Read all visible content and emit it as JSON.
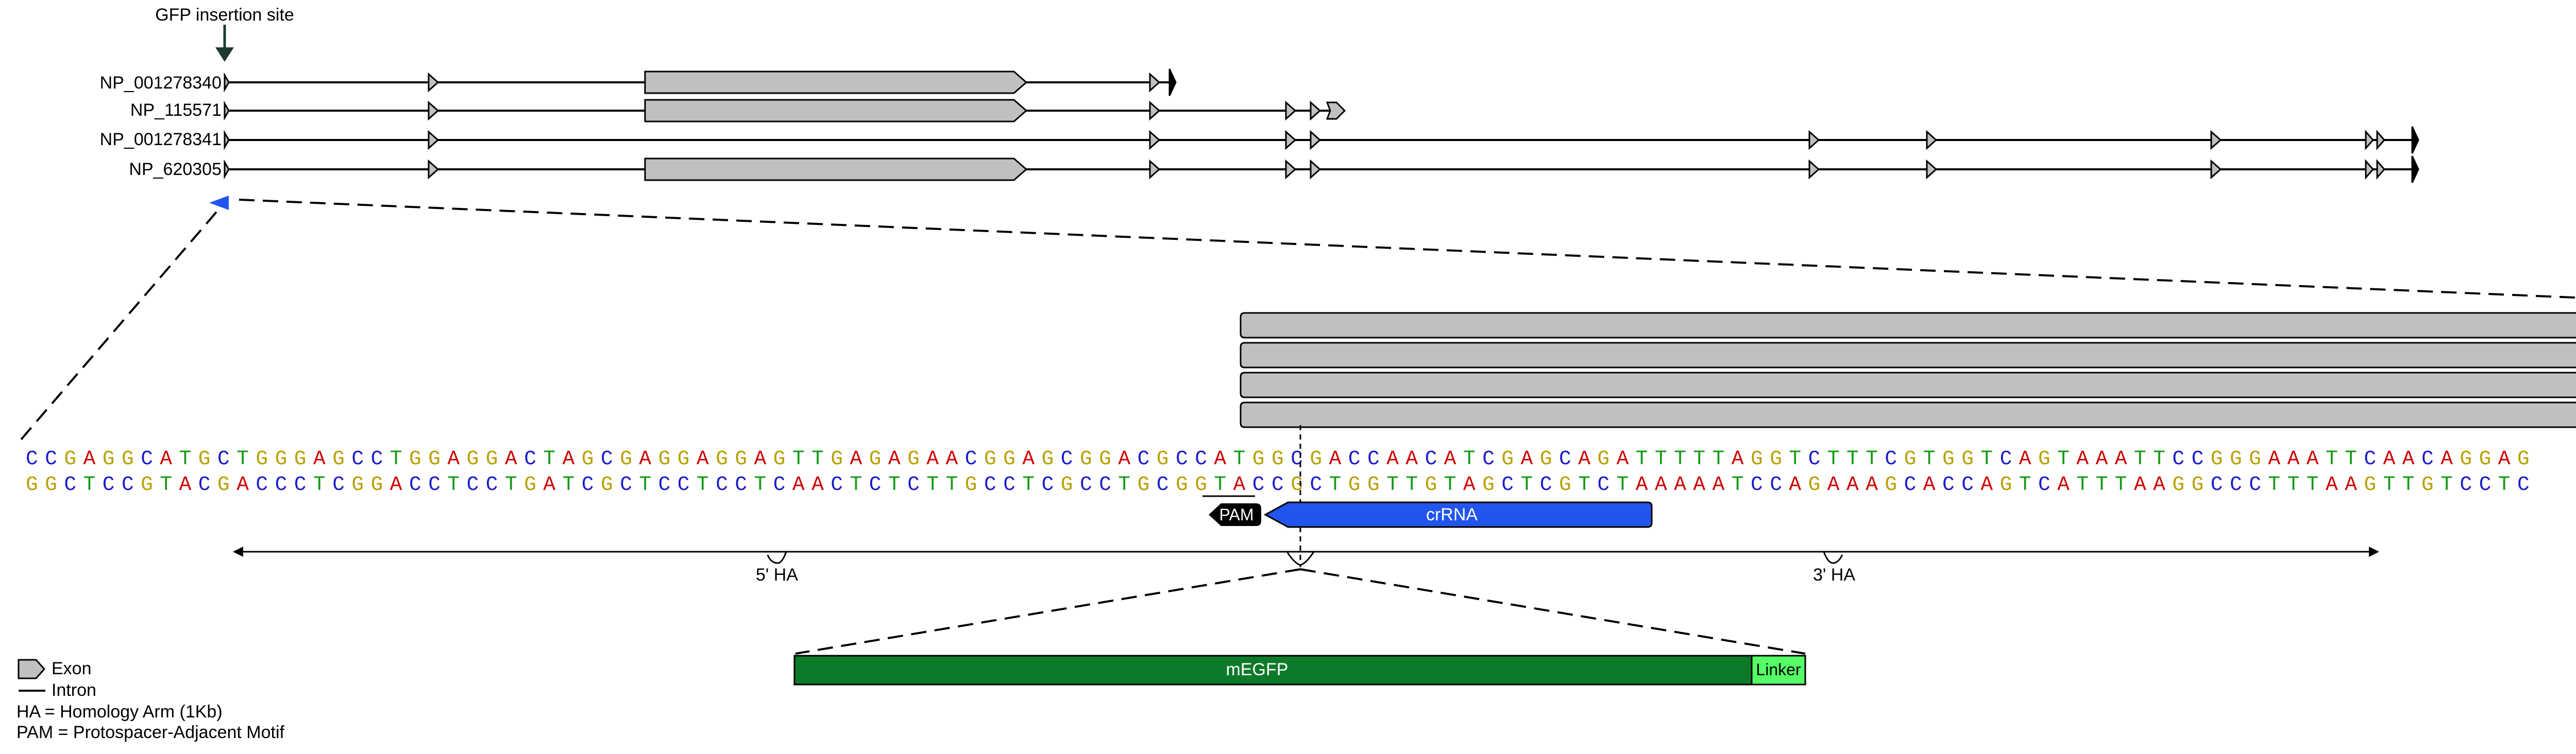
{
  "gfp_site_label": "GFP insertion site",
  "transcripts": [
    {
      "name": "NP_001278340"
    },
    {
      "name": "NP_115571"
    },
    {
      "name": "NP_001278341"
    },
    {
      "name": "NP_620305"
    }
  ],
  "sequence": {
    "top": "CCGAGGCATGCTGGGAGCCTGGAGGACTAGCGAGGAGGAGTTGAGAGAACGGAGCGGACGCCATGGCGACCAACATCGAGCAGATTTTTAGGTCTTTCGTGGTCAGTAAATTCCGGGAAATTCAACAGGAG",
    "bottom": "GGCTCCGTACGACCCTCGGACCTCCTGATCGCTCCTCCTCAACTCTCTTGCCTCGCCTGCGGTACCGCTGGTTGTAGCTCGTCTAAAAATCCAGAAAGCACCAGTCATTTAAGGCCCTTTAAGTTGTCCTC"
  },
  "base_colors": {
    "A": "#cc0000",
    "C": "#1a1acc",
    "G": "#b8a000",
    "T": "#119911"
  },
  "pam_label": "PAM",
  "crrna_label": "crRNA",
  "ha5_label": "5' HA",
  "ha3_label": "3' HA",
  "insert": {
    "megfp_label": "mEGFP",
    "linker_label": "Linker"
  },
  "legend": {
    "exon": "Exon",
    "intron": "Intron",
    "ha": "HA = Homology Arm (1Kb)",
    "pam": "PAM = Protospacer-Adjacent Motif"
  },
  "colors": {
    "exon_fill": "#c0c0c0",
    "insertion_marker": "#2255ee",
    "crrna_fill": "#2255ee",
    "pam_fill": "#000000",
    "megfp_fill": "#0d7a2a",
    "linker_fill": "#55ff66"
  }
}
